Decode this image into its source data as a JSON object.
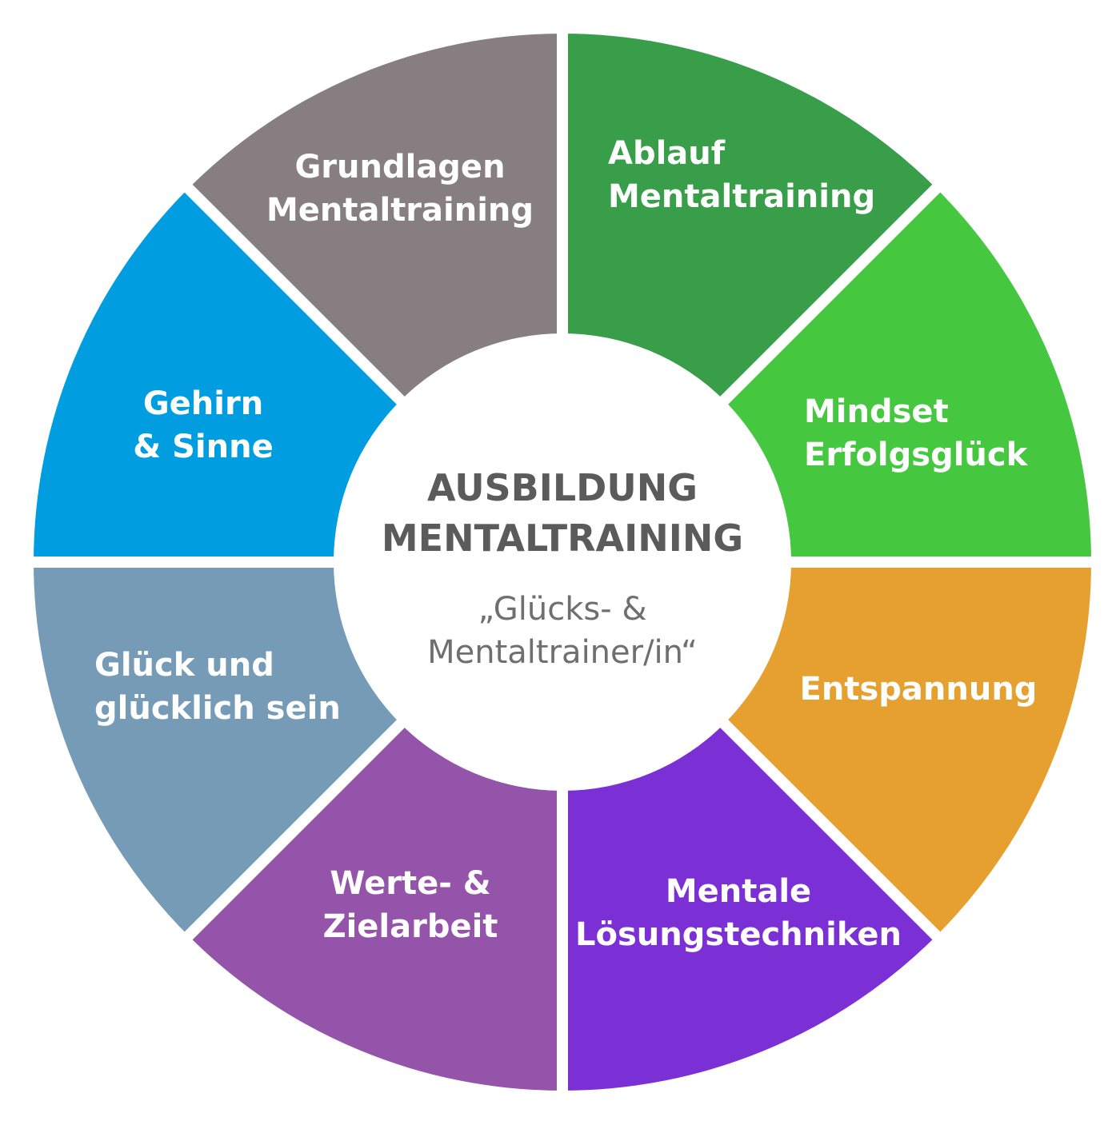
{
  "center": {
    "title_line1": "AUSBILDUNG",
    "title_line2": "MENTALTRAINING",
    "subtitle_line1": "„Glücks- &",
    "subtitle_line2": "Mentaltrainer/in“",
    "fill": "#ffffff",
    "title_color": "#5b5b5b",
    "subtitle_color": "#6f6f6f"
  },
  "background": "#ffffff",
  "segments": [
    {
      "id": "ablauf",
      "lines": [
        "Ablauf",
        "Mentaltraining"
      ],
      "color": "#389e4a"
    },
    {
      "id": "mindset",
      "lines": [
        "Mindset",
        "Erfolgsglück"
      ],
      "color": "#46c740"
    },
    {
      "id": "entspannung",
      "lines": [
        "Entspannung"
      ],
      "color": "#e5a030"
    },
    {
      "id": "mentale",
      "lines": [
        "Mentale",
        "Lösungstechniken"
      ],
      "color": "#7b30d5"
    },
    {
      "id": "werte",
      "lines": [
        "Werte- &",
        "Zielarbeit"
      ],
      "color": "#9354aa"
    },
    {
      "id": "glueck",
      "lines": [
        "Glück und",
        "glücklich sein"
      ],
      "color": "#759bb6"
    },
    {
      "id": "gehirn",
      "lines": [
        "Gehirn",
        "& Sinne"
      ],
      "color": "#009ee0"
    },
    {
      "id": "grundlagen",
      "lines": [
        "Grundlagen",
        "Mentaltraining"
      ],
      "color": "#877e81"
    }
  ]
}
